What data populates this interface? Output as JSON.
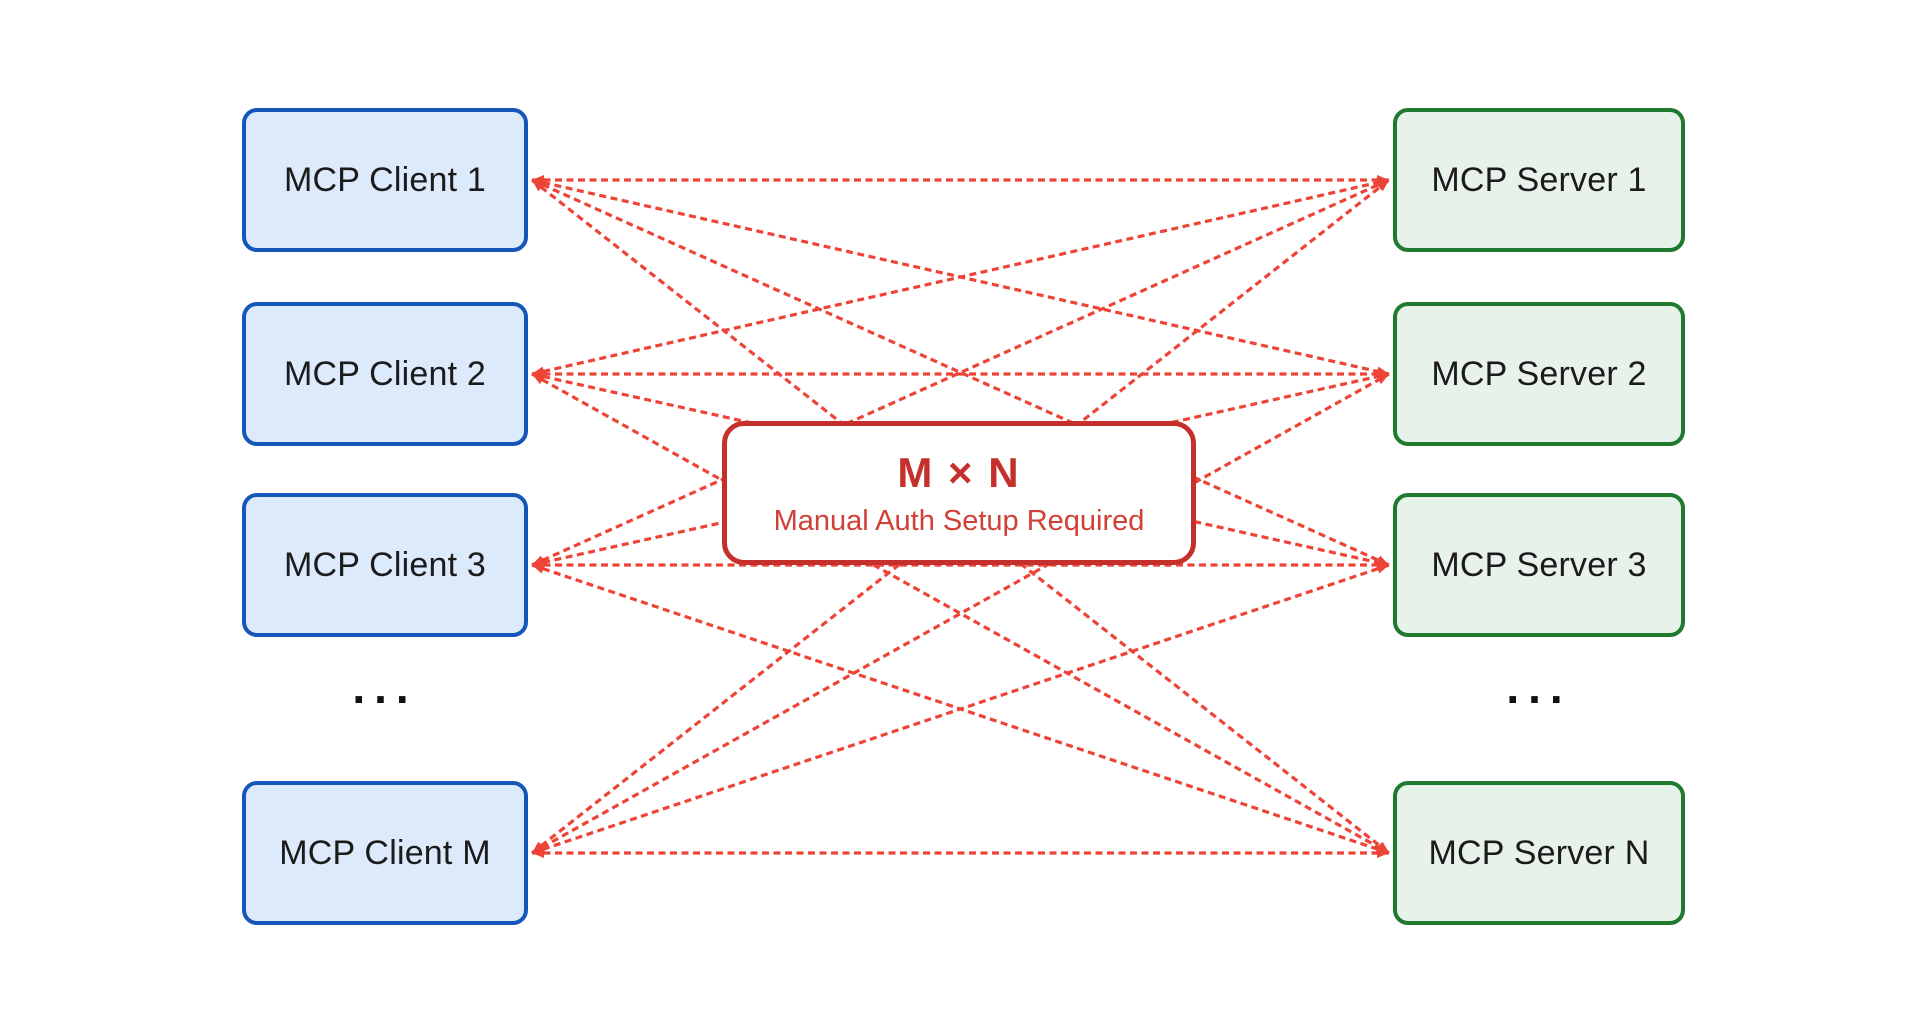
{
  "diagram": {
    "clients": [
      {
        "label": "MCP Client 1"
      },
      {
        "label": "MCP Client 2"
      },
      {
        "label": "MCP Client 3"
      },
      {
        "label": "MCP Client M"
      }
    ],
    "clients_ellipsis": "...",
    "servers": [
      {
        "label": "MCP Server 1"
      },
      {
        "label": "MCP Server 2"
      },
      {
        "label": "MCP Server 3"
      },
      {
        "label": "MCP Server N"
      }
    ],
    "servers_ellipsis": "...",
    "center": {
      "title": "M × N",
      "subtitle": "Manual Auth Setup Required"
    },
    "connections": {
      "type": "full-mesh-bidirectional-dashed",
      "pairs": [
        [
          0,
          0
        ],
        [
          0,
          1
        ],
        [
          0,
          2
        ],
        [
          0,
          3
        ],
        [
          1,
          0
        ],
        [
          1,
          1
        ],
        [
          1,
          2
        ],
        [
          1,
          3
        ],
        [
          2,
          0
        ],
        [
          2,
          1
        ],
        [
          2,
          2
        ],
        [
          2,
          3
        ],
        [
          3,
          0
        ],
        [
          3,
          1
        ],
        [
          3,
          2
        ],
        [
          3,
          3
        ]
      ]
    },
    "colors": {
      "line_red": "#ee4437",
      "center_box_red": "#c5302c",
      "center_subtitle_red": "#cf4036",
      "client_fill": "#ddeafb",
      "client_border": "#1457b8",
      "server_fill": "#e7f3ea",
      "server_border": "#1f7a2f",
      "label_ink": "#1b1b1b"
    }
  }
}
